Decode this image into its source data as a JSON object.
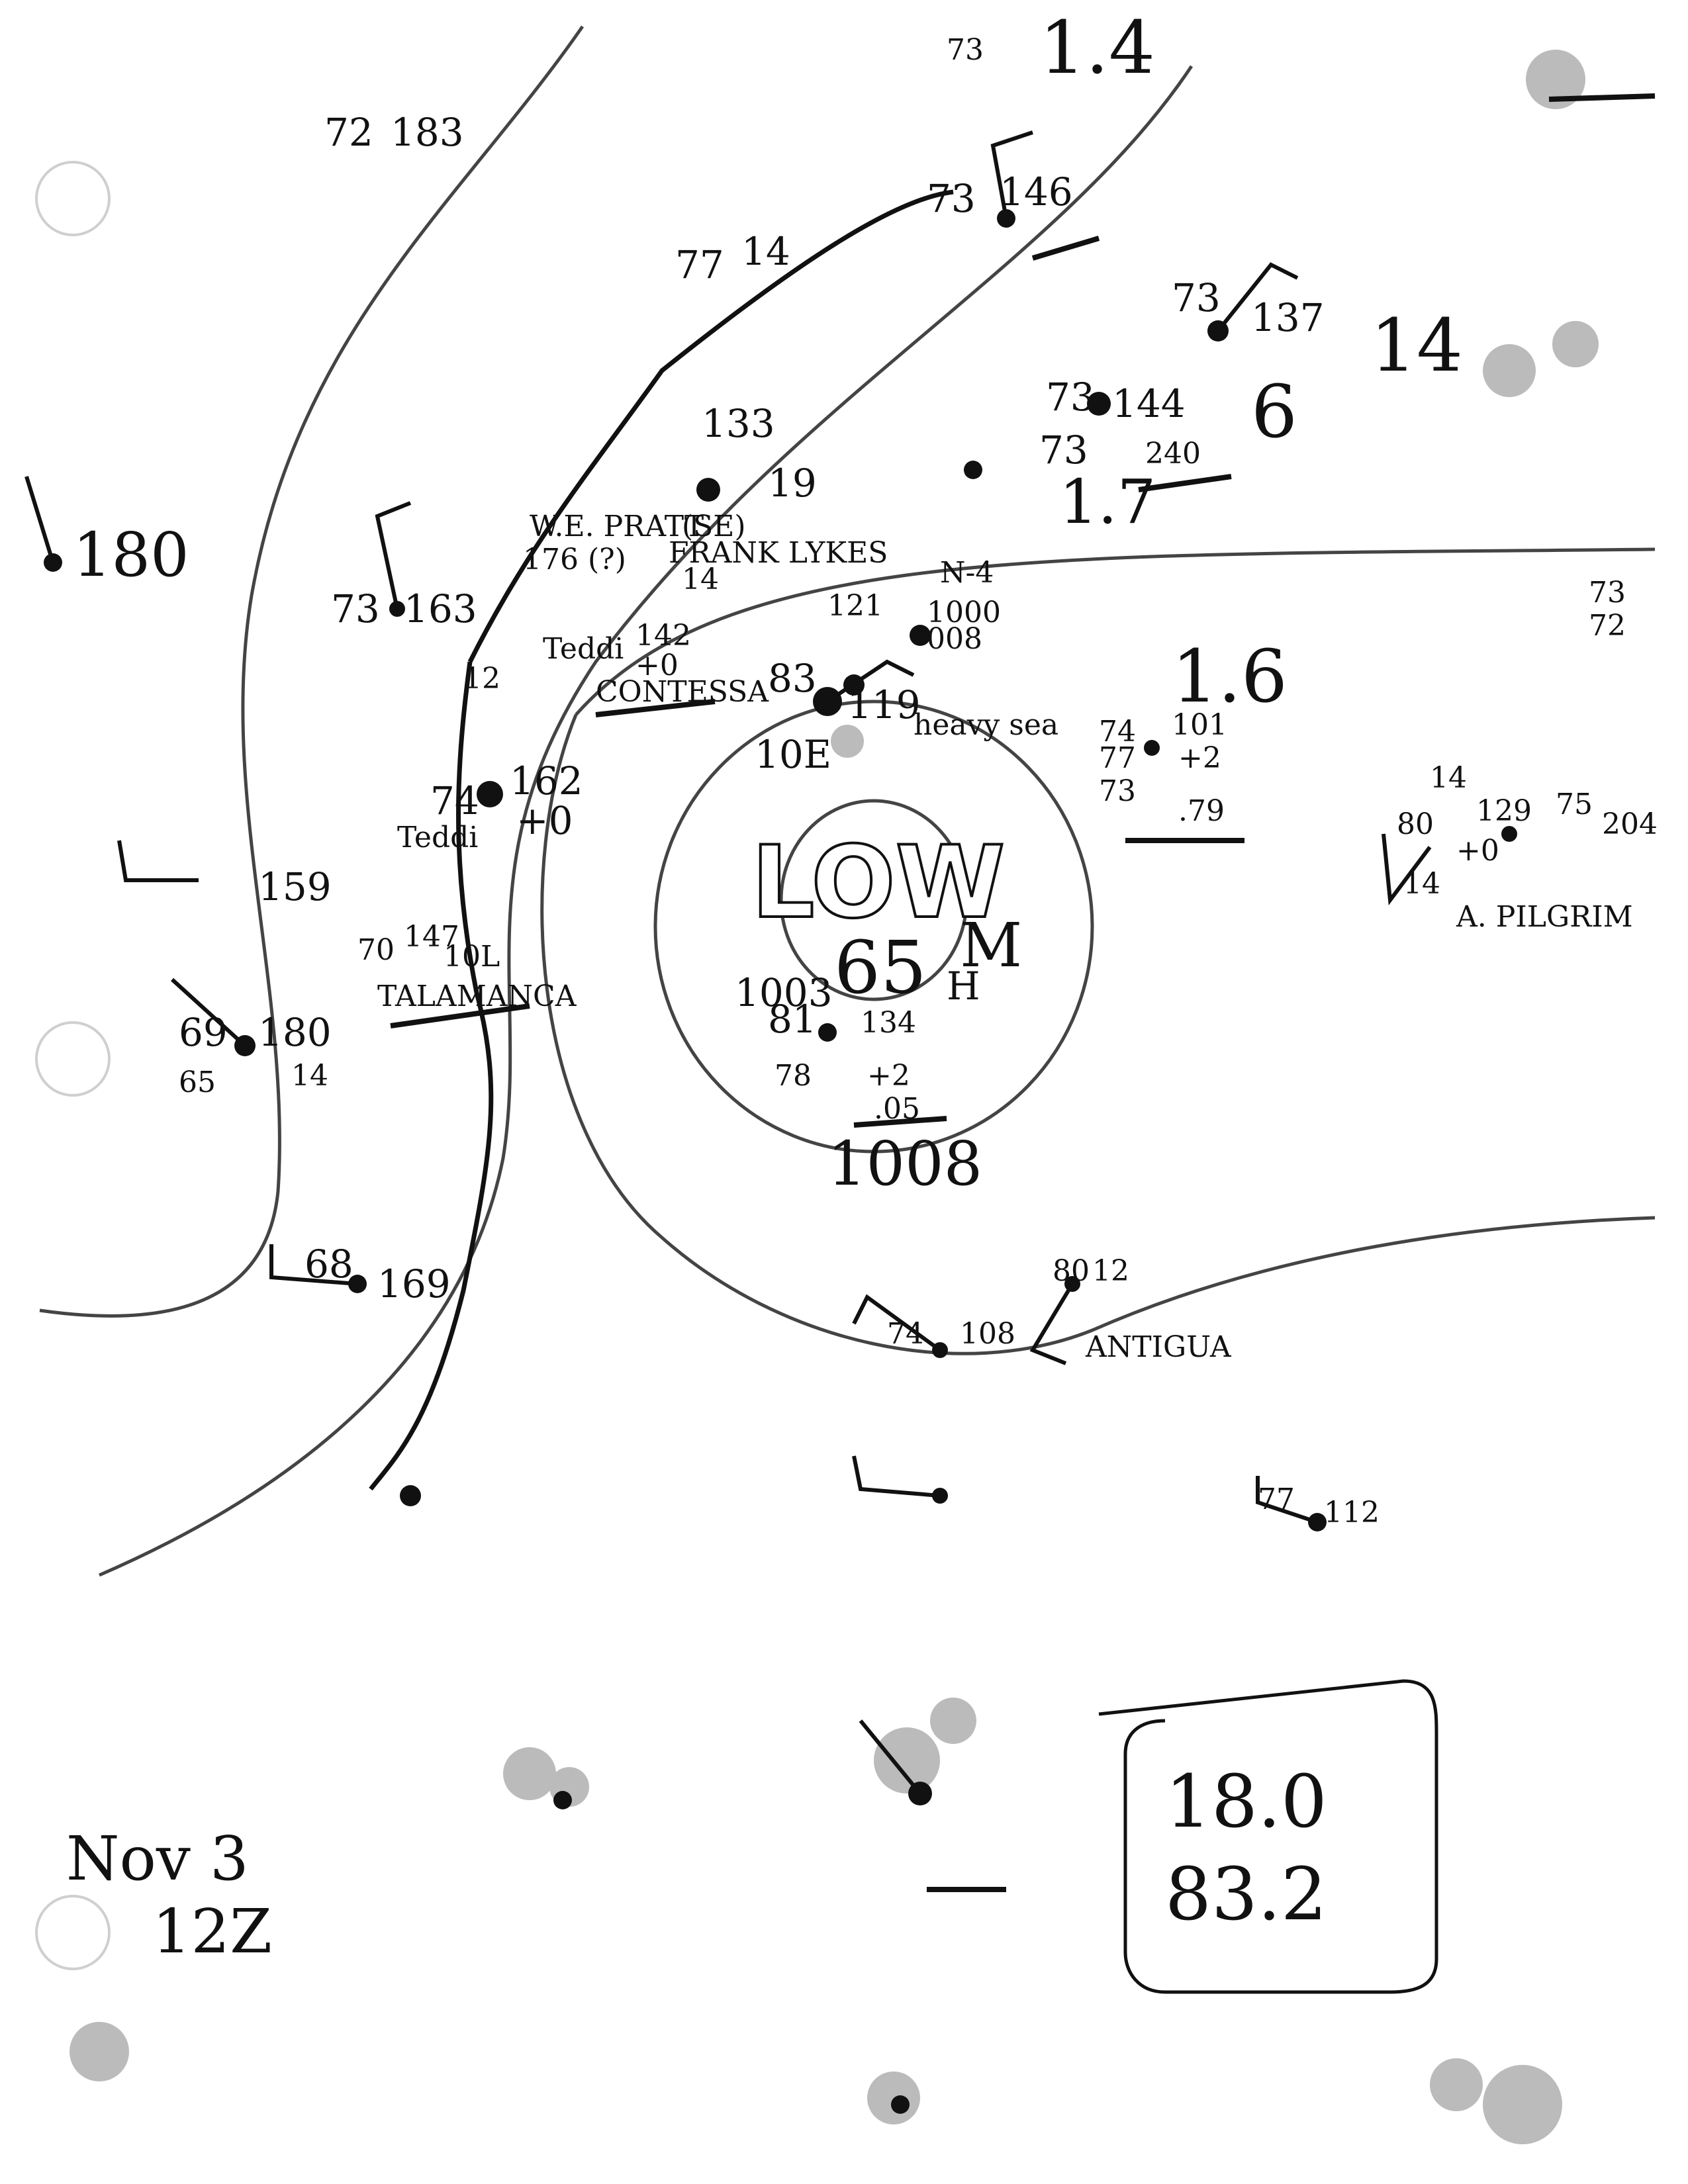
{
  "map": {
    "pressure_center": {
      "label": "LOW",
      "value": "65",
      "marks": [
        "M",
        "H",
        "1003"
      ]
    },
    "isobars": [
      "1008"
    ],
    "center_box": {
      "lat": "18.0",
      "lon": "83.2"
    },
    "date_label": {
      "line1": "Nov 3",
      "line2": "12Z"
    },
    "ships": [
      "W.E. PRATT",
      "FRANK LYKES",
      "CONTESSA",
      "TALAMANCA",
      "ANTIGUA",
      "A. PILGRIM",
      "Teddi"
    ],
    "observations": [
      {
        "id": "obs-top-left",
        "text": [
          "72",
          "183"
        ]
      },
      {
        "id": "obs-far-left",
        "text": [
          "180"
        ]
      },
      {
        "id": "obs-73-163",
        "text": [
          "73",
          "163"
        ]
      },
      {
        "id": "obs-74-162",
        "text": [
          "74",
          "162",
          "+0"
        ]
      },
      {
        "id": "obs-159",
        "text": [
          "159"
        ]
      },
      {
        "id": "obs-69-180",
        "text": [
          "69",
          "180",
          "65",
          "14"
        ]
      },
      {
        "id": "obs-70-147",
        "text": [
          "70",
          "147",
          "10L"
        ]
      },
      {
        "id": "obs-73-146",
        "text": [
          "73",
          "146"
        ]
      },
      {
        "id": "obs-77-14",
        "text": [
          "77",
          "14"
        ]
      },
      {
        "id": "obs-133",
        "text": [
          "133",
          "19"
        ]
      },
      {
        "id": "obs-73-137",
        "text": [
          "73",
          "137",
          "14",
          "6"
        ]
      },
      {
        "id": "obs-73-144",
        "text": [
          "73",
          "144",
          "73",
          "240",
          "1.7"
        ]
      },
      {
        "id": "obs-121",
        "text": [
          "121",
          "1000",
          "008",
          "N-4"
        ]
      },
      {
        "id": "obs-83-119",
        "text": [
          "83",
          "119",
          "10E"
        ]
      },
      {
        "id": "obs-74-101",
        "text": [
          "74",
          "101",
          "1.6",
          "77",
          "+2",
          "73",
          ".79"
        ]
      },
      {
        "id": "obs-80-129",
        "text": [
          "80",
          "129",
          "75",
          "14",
          "+0",
          "204"
        ]
      },
      {
        "id": "obs-81-134",
        "text": [
          "81",
          "134",
          "78",
          "+2",
          ".05"
        ]
      },
      {
        "id": "obs-68-169",
        "text": [
          "68",
          "169"
        ]
      },
      {
        "id": "obs-74-108",
        "text": [
          "74",
          "108",
          "80",
          "12"
        ]
      },
      {
        "id": "obs-77-112",
        "text": [
          "77",
          "112"
        ]
      },
      {
        "id": "obs-top",
        "text": [
          "73",
          "1.4"
        ]
      },
      {
        "id": "obs-right-edge",
        "text": [
          "73",
          "72"
        ]
      },
      {
        "id": "obs-176",
        "text": [
          "176 (?)",
          "14",
          "(SE)"
        ]
      },
      {
        "id": "obs-12",
        "text": [
          "12",
          "142",
          "+0"
        ]
      }
    ],
    "annotations": [
      "heavy sea",
      "Teddi",
      "14"
    ]
  }
}
